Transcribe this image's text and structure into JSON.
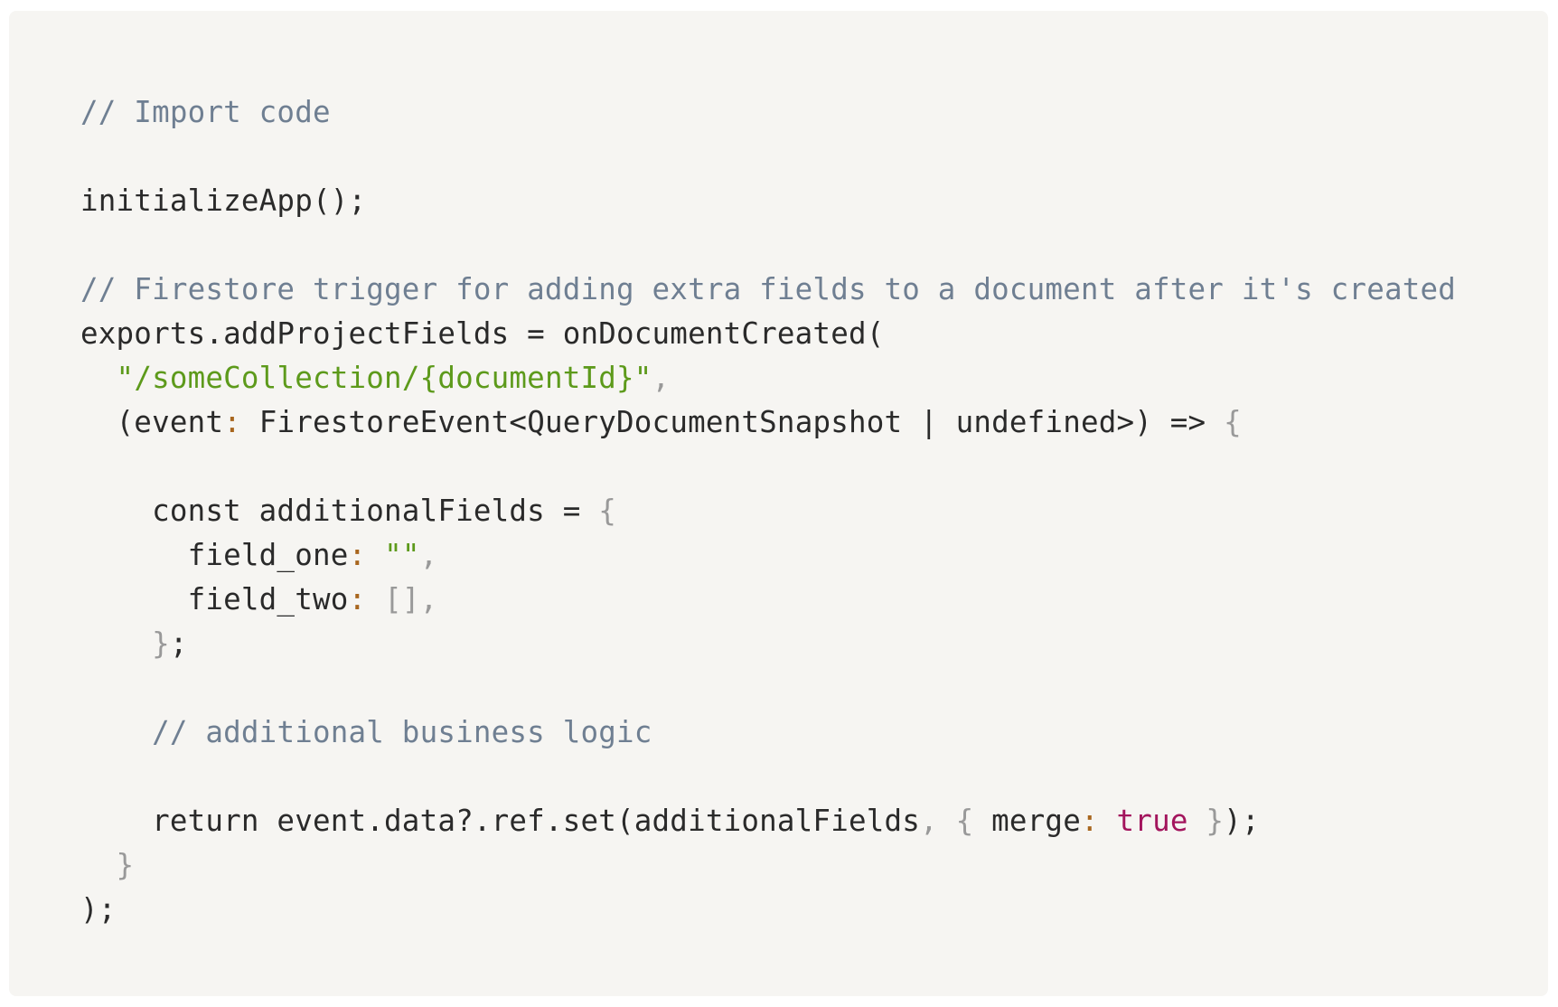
{
  "code": {
    "language": "TypeScript",
    "lines": [
      [
        {
          "t": "comment",
          "v": "// Import code"
        }
      ],
      [],
      [
        {
          "t": "plain",
          "v": "initializeApp();"
        }
      ],
      [],
      [
        {
          "t": "comment",
          "v": "// Firestore trigger for adding extra fields to a document after it's created"
        }
      ],
      [
        {
          "t": "plain",
          "v": "exports.addProjectFields = onDocumentCreated("
        }
      ],
      [
        {
          "t": "plain",
          "v": "  "
        },
        {
          "t": "string",
          "v": "\"/someCollection/{documentId}\""
        },
        {
          "t": "punct",
          "v": ","
        }
      ],
      [
        {
          "t": "plain",
          "v": "  (event"
        },
        {
          "t": "colon",
          "v": ":"
        },
        {
          "t": "plain",
          "v": " FirestoreEvent<QueryDocumentSnapshot | undefined>) => "
        },
        {
          "t": "punct",
          "v": "{"
        }
      ],
      [],
      [
        {
          "t": "plain",
          "v": "    const additionalFields = "
        },
        {
          "t": "punct",
          "v": "{"
        }
      ],
      [
        {
          "t": "plain",
          "v": "      field_one"
        },
        {
          "t": "colon",
          "v": ":"
        },
        {
          "t": "plain",
          "v": " "
        },
        {
          "t": "string",
          "v": "\"\""
        },
        {
          "t": "punct",
          "v": ","
        }
      ],
      [
        {
          "t": "plain",
          "v": "      field_two"
        },
        {
          "t": "colon",
          "v": ":"
        },
        {
          "t": "plain",
          "v": " "
        },
        {
          "t": "punct",
          "v": "[],"
        }
      ],
      [
        {
          "t": "plain",
          "v": "    "
        },
        {
          "t": "punct",
          "v": "}"
        },
        {
          "t": "plain",
          "v": ";"
        }
      ],
      [],
      [
        {
          "t": "plain",
          "v": "    "
        },
        {
          "t": "comment",
          "v": "// additional business logic"
        }
      ],
      [],
      [
        {
          "t": "plain",
          "v": "    return event.data?.ref.set(additionalFields"
        },
        {
          "t": "punct",
          "v": ", {"
        },
        {
          "t": "plain",
          "v": " merge"
        },
        {
          "t": "colon",
          "v": ":"
        },
        {
          "t": "plain",
          "v": " "
        },
        {
          "t": "keyword",
          "v": "true"
        },
        {
          "t": "plain",
          "v": " "
        },
        {
          "t": "punct",
          "v": "}"
        },
        {
          "t": "plain",
          "v": ");"
        }
      ],
      [
        {
          "t": "plain",
          "v": "  "
        },
        {
          "t": "punct",
          "v": "}"
        }
      ],
      [
        {
          "t": "plain",
          "v": ");"
        }
      ]
    ]
  },
  "colors": {
    "background": "#f6f5f2",
    "comment": "#6f7f92",
    "string": "#5d9a1b",
    "punctuation": "#999999",
    "colon": "#a8661e",
    "keyword": "#a3155d",
    "text": "#2a2a2a"
  }
}
